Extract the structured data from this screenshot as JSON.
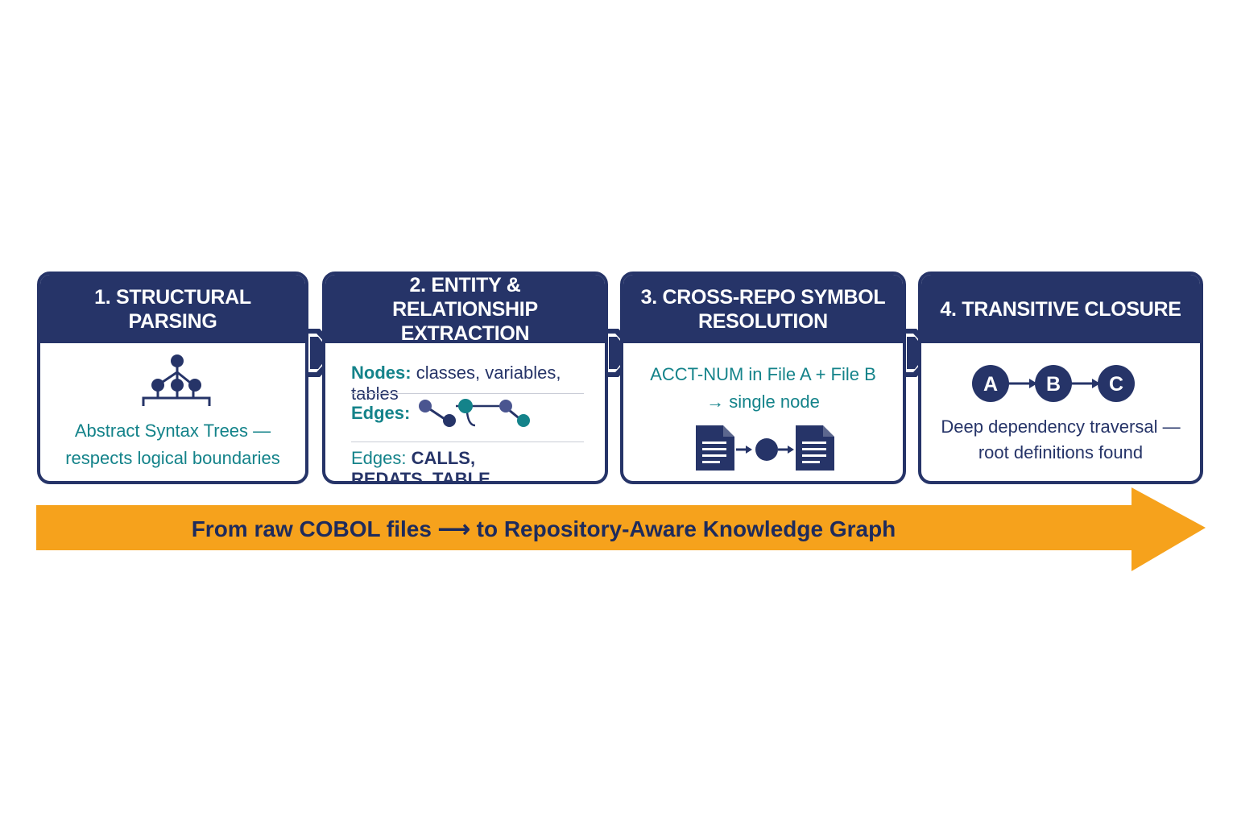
{
  "steps": [
    {
      "title": "1. STRUCTURAL PARSING",
      "icon": "tree-icon",
      "text": "Abstract Syntax Trees —\nrespects logical boundaries"
    },
    {
      "title": "2. ENTITY & RELATIONSHIP\nEXTRACTION",
      "nodes_label": "Nodes:",
      "nodes_value": "classes, variables, tables",
      "edges_label": "Edges:",
      "edges_icon": "edge-graph-icon",
      "edges2_label": "Edges:",
      "edges2_value": "CALLS, REDATS_TABLE"
    },
    {
      "title": "3. CROSS-REPO SYMBOL\nRESOLUTION",
      "text": "ACCT-NUM in File A + File B\n→ single node",
      "icon": "file-merge-icon"
    },
    {
      "title": "4. TRANSITIVE CLOSURE",
      "chain": [
        "A",
        "B",
        "C"
      ],
      "text": "Deep dependency traversal —\nroot definitions found"
    }
  ],
  "banner": {
    "text": "From raw COBOL files ⟶ to Repository-Aware Knowledge Graph"
  },
  "colors": {
    "navy": "#263468",
    "teal": "#14838a",
    "orange": "#f6a21c"
  }
}
